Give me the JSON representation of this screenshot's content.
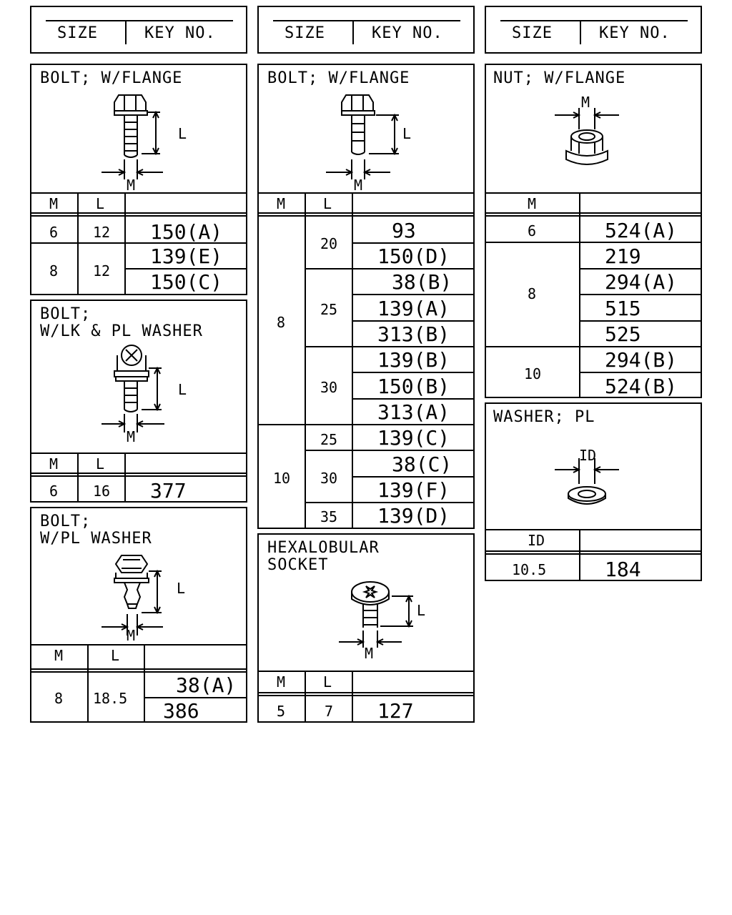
{
  "header": {
    "size_label": "SIZE",
    "key_label": "KEY NO."
  },
  "col_m": "M",
  "col_l": "L",
  "col_id": "ID",
  "dim_l": "L",
  "dim_m": "M",
  "dim_id": "ID",
  "bolt_flange_1": {
    "title": "BOLT; W/FLANGE",
    "rows": [
      {
        "m": "6",
        "l": "12",
        "keys": [
          "150(A)"
        ]
      },
      {
        "m": "8",
        "l": "12",
        "keys": [
          "139(E)",
          "150(C)"
        ]
      }
    ]
  },
  "bolt_lk_pl": {
    "title_line1": "BOLT;",
    "title_line2": "W/LK & PL WASHER",
    "rows": [
      {
        "m": "6",
        "l": "16",
        "keys": [
          "377"
        ]
      }
    ]
  },
  "bolt_pl": {
    "title_line1": "BOLT;",
    "title_line2": "W/PL WASHER",
    "rows": [
      {
        "m": "8",
        "l": "18.5",
        "keys": [
          "38(A)",
          "386"
        ]
      }
    ]
  },
  "bolt_flange_2": {
    "title": "BOLT; W/FLANGE",
    "groups": [
      {
        "m": "8",
        "sub": [
          {
            "l": "20",
            "keys": [
              "93",
              "150(D)"
            ]
          },
          {
            "l": "25",
            "keys": [
              "38(B)",
              "139(A)",
              "313(B)"
            ]
          },
          {
            "l": "30",
            "keys": [
              "139(B)",
              "150(B)",
              "313(A)"
            ]
          }
        ]
      },
      {
        "m": "10",
        "sub": [
          {
            "l": "25",
            "keys": [
              "139(C)"
            ]
          },
          {
            "l": "30",
            "keys": [
              "38(C)",
              "139(F)"
            ]
          },
          {
            "l": "35",
            "keys": [
              "139(D)"
            ]
          }
        ]
      }
    ]
  },
  "hexalobular": {
    "title_line1": "HEXALOBULAR",
    "title_line2": "SOCKET",
    "rows": [
      {
        "m": "5",
        "l": "7",
        "keys": [
          "127"
        ]
      }
    ]
  },
  "nut_flange": {
    "title": "NUT; W/FLANGE",
    "rows": [
      {
        "m": "6",
        "keys": [
          "524(A)"
        ]
      },
      {
        "m": "8",
        "keys": [
          "219",
          "294(A)",
          "515",
          "525"
        ]
      },
      {
        "m": "10",
        "keys": [
          "294(B)",
          "524(B)"
        ]
      }
    ]
  },
  "washer_pl": {
    "title": "WASHER; PL",
    "rows": [
      {
        "id": "10.5",
        "keys": [
          "184"
        ]
      }
    ]
  }
}
